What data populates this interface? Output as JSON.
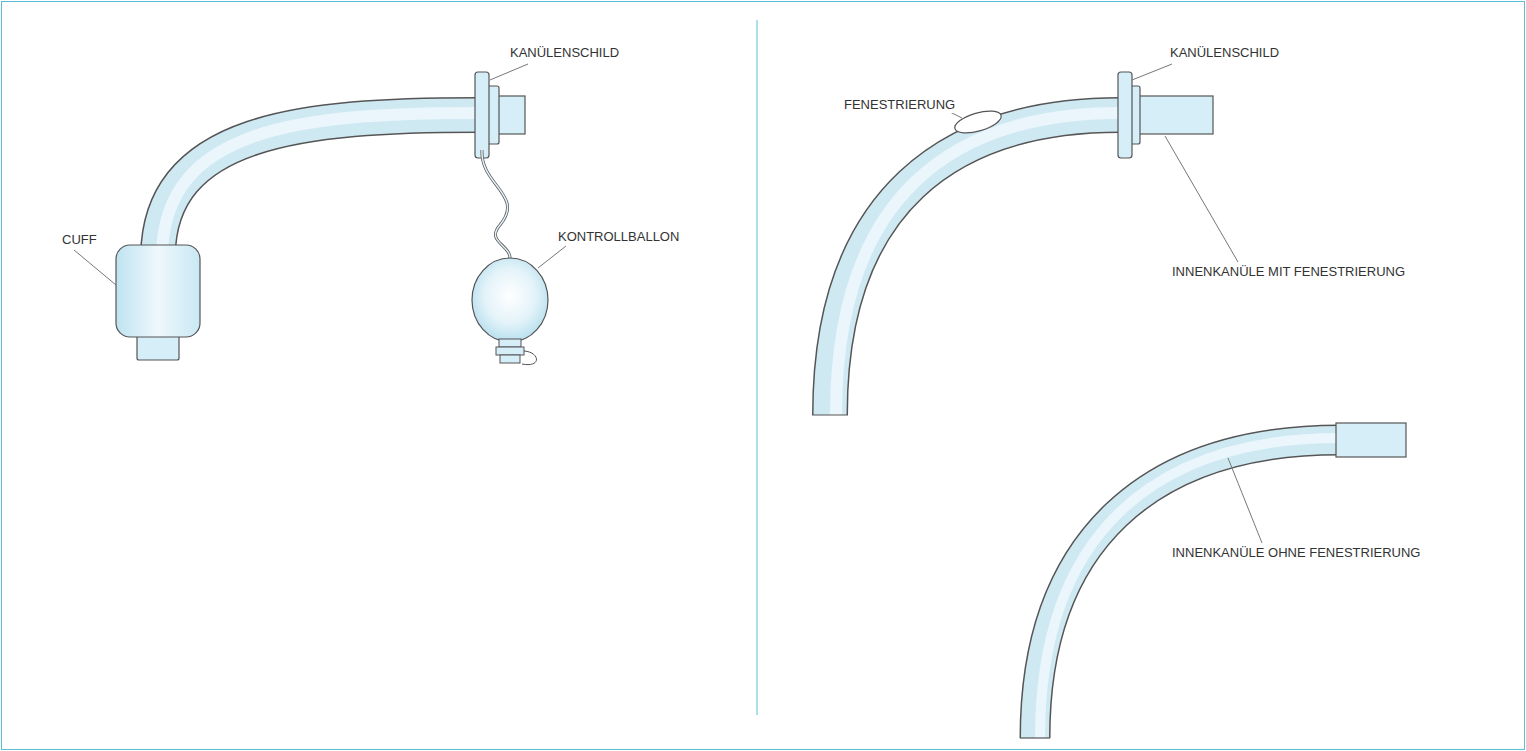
{
  "diagram": {
    "labels": [
      "KANÜLENSCHILD",
      "CUFF",
      "KONTROLLBALLON",
      "KANÜLENSCHILD",
      "FENESTRIERUNG",
      "INNENKANÜLE MIT FENESTRIERUNG",
      "INNENKANÜLE OHNE FENESTRIERUNG"
    ]
  }
}
